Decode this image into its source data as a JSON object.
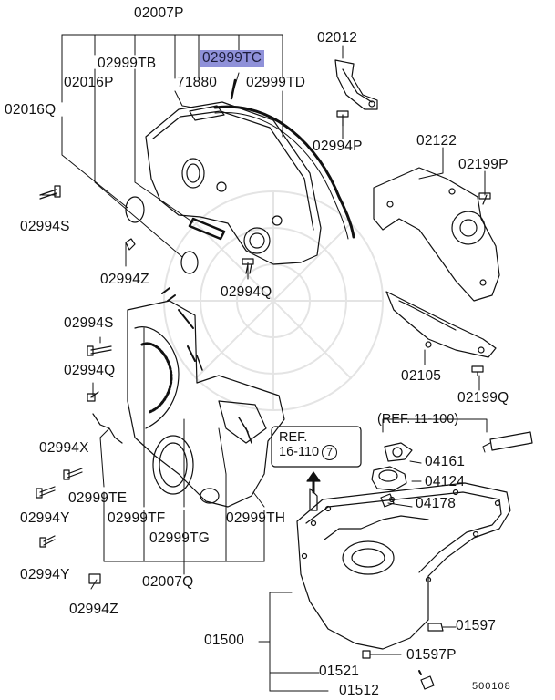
{
  "diagram": {
    "highlight_color": "#8f91d9",
    "ink_color": "#111111",
    "labels": {
      "p02007P": "02007P",
      "p02012": "02012",
      "p02999TC": "02999TC",
      "p02999TB": "02999TB",
      "p02016P": "02016P",
      "p71880": "71880",
      "p02999TD": "02999TD",
      "p02016Q": "02016Q",
      "p02994P": "02994P",
      "p02122": "02122",
      "p02199P": "02199P",
      "p02994S_a": "02994S",
      "p02994Z_a": "02994Z",
      "p02994Q_a": "02994Q",
      "p02994S_b": "02994S",
      "p02994Q_b": "02994Q",
      "p02105": "02105",
      "p02199Q": "02199Q",
      "p02994X": "02994X",
      "p02999TE": "02999TE",
      "p02994Y_a": "02994Y",
      "p02999TF": "02999TF",
      "p02999TG": "02999TG",
      "p02999TH": "02999TH",
      "p02994Y_b": "02994Y",
      "p02007Q": "02007Q",
      "p02994Z_b": "02994Z",
      "p04161": "04161",
      "p04124": "04124",
      "p04178": "04178",
      "p01597": "01597",
      "p01500": "01500",
      "p01597P": "01597P",
      "p01521": "01521",
      "p01512": "01512"
    },
    "ref1": {
      "line1": "REF.",
      "line2": "16-110",
      "circle": "7"
    },
    "ref2": "(REF. 11-100)",
    "drawing_code": "500108"
  }
}
